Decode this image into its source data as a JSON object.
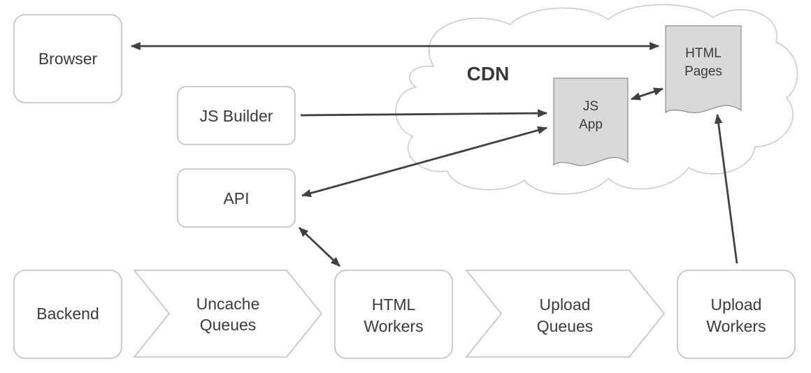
{
  "nodes": {
    "browser": "Browser",
    "js_builder": "JS Builder",
    "api": "API",
    "backend": "Backend",
    "uncache_queues": [
      "Uncache",
      "Queues"
    ],
    "html_workers": [
      "HTML",
      "Workers"
    ],
    "upload_queues": [
      "Upload",
      "Queues"
    ],
    "upload_workers": [
      "Upload",
      "Workers"
    ],
    "cdn": "CDN",
    "js_app": [
      "JS",
      "App"
    ],
    "html_pages": [
      "HTML",
      "Pages"
    ]
  },
  "colors": {
    "box_stroke": "#bdbdbd",
    "document_fill": "#d9d9d9",
    "arrow": "#404040",
    "text": "#3a3a3a"
  },
  "edges": [
    {
      "from": "Browser",
      "to": "HTML Pages",
      "direction": "both"
    },
    {
      "from": "JS Builder",
      "to": "JS App",
      "direction": "forward"
    },
    {
      "from": "JS App",
      "to": "API",
      "direction": "both"
    },
    {
      "from": "JS App",
      "to": "HTML Pages",
      "direction": "both"
    },
    {
      "from": "API",
      "to": "HTML Workers",
      "direction": "both"
    },
    {
      "from": "Upload Workers",
      "to": "HTML Pages",
      "direction": "forward"
    }
  ]
}
